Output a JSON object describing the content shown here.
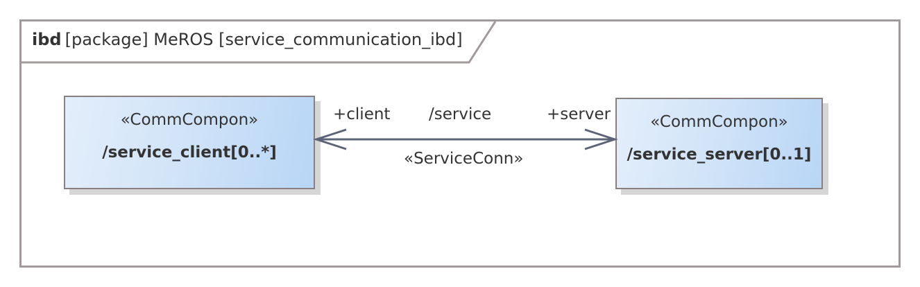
{
  "frame": {
    "keyword": "ibd",
    "title": "[package] MeROS [service_communication_ibd]",
    "border_color": "#a09a9a"
  },
  "blocks": {
    "client": {
      "stereotype": "«CommCompon»",
      "name": "/service_client[0..*]"
    },
    "server": {
      "stereotype": "«CommCompon»",
      "name": "/service_server[0..1]"
    }
  },
  "connector": {
    "name": "/service",
    "stereotype": "«ServiceConn»",
    "source_role": "+client",
    "target_role": "+server",
    "line_color": "#5e6478"
  },
  "colors": {
    "block_fill_light": "#e3eefb",
    "block_fill_dark": "#b8d6f6",
    "block_border": "#8a7f7f",
    "text": "#333333"
  }
}
